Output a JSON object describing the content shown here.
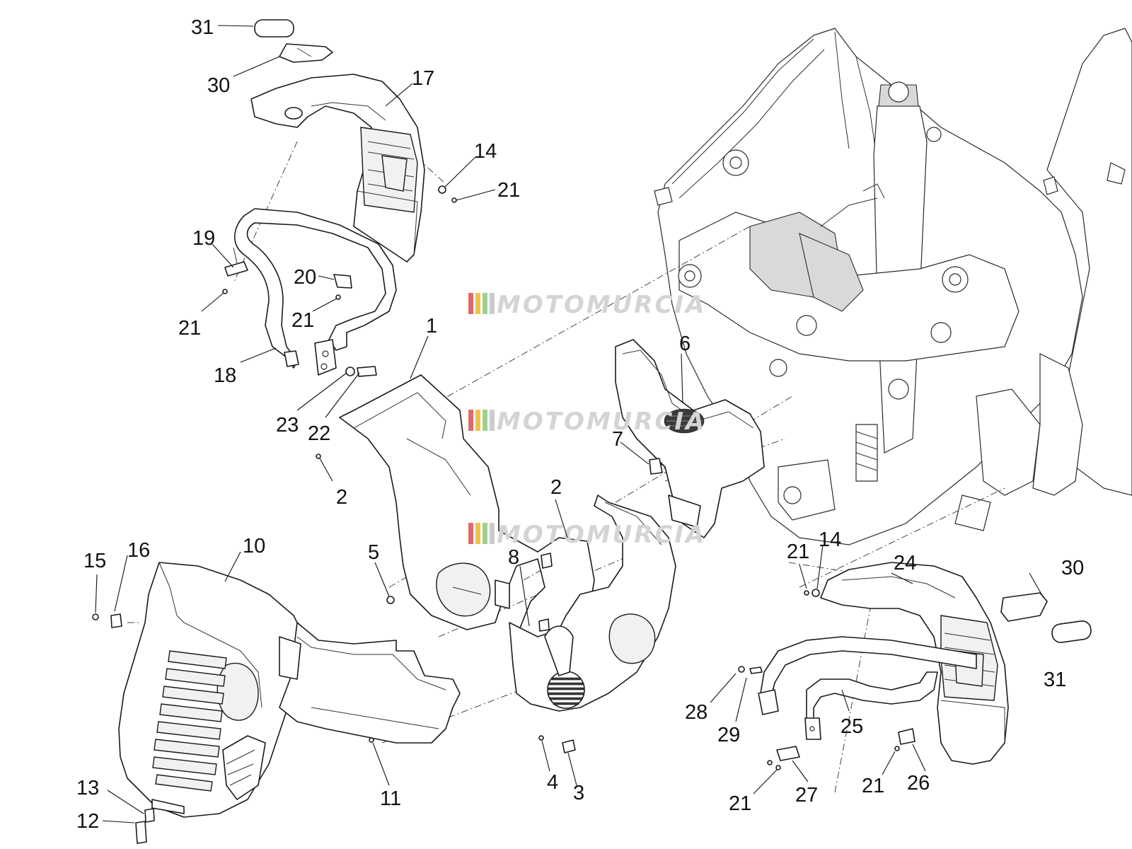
{
  "watermark": {
    "text": "MOTOMURCIA",
    "stripe_colors": [
      "#e06a6a",
      "#f0c24a",
      "#9ed18c",
      "#cccccc"
    ]
  },
  "callouts": [
    {
      "id": "c31a",
      "label": "31"
    },
    {
      "id": "c30a",
      "label": "30"
    },
    {
      "id": "c17",
      "label": "17"
    },
    {
      "id": "c14a",
      "label": "14"
    },
    {
      "id": "c21a",
      "label": "21"
    },
    {
      "id": "c19",
      "label": "19"
    },
    {
      "id": "c20",
      "label": "20"
    },
    {
      "id": "c21b",
      "label": "21"
    },
    {
      "id": "c21c",
      "label": "21"
    },
    {
      "id": "c18",
      "label": "18"
    },
    {
      "id": "c1",
      "label": "1"
    },
    {
      "id": "c6",
      "label": "6"
    },
    {
      "id": "c23",
      "label": "23"
    },
    {
      "id": "c22",
      "label": "22"
    },
    {
      "id": "c7",
      "label": "7"
    },
    {
      "id": "c2a",
      "label": "2"
    },
    {
      "id": "c2b",
      "label": "2"
    },
    {
      "id": "c10",
      "label": "10"
    },
    {
      "id": "c15",
      "label": "15"
    },
    {
      "id": "c16",
      "label": "16"
    },
    {
      "id": "c5",
      "label": "5"
    },
    {
      "id": "c8",
      "label": "8"
    },
    {
      "id": "c21d",
      "label": "21"
    },
    {
      "id": "c14b",
      "label": "14"
    },
    {
      "id": "c24",
      "label": "24"
    },
    {
      "id": "c30b",
      "label": "30"
    },
    {
      "id": "c31b",
      "label": "31"
    },
    {
      "id": "c28",
      "label": "28"
    },
    {
      "id": "c29",
      "label": "29"
    },
    {
      "id": "c25",
      "label": "25"
    },
    {
      "id": "c21e",
      "label": "21"
    },
    {
      "id": "c26",
      "label": "26"
    },
    {
      "id": "c27",
      "label": "27"
    },
    {
      "id": "c21f",
      "label": "21"
    },
    {
      "id": "c13",
      "label": "13"
    },
    {
      "id": "c12",
      "label": "12"
    },
    {
      "id": "c11",
      "label": "11"
    },
    {
      "id": "c4",
      "label": "4"
    },
    {
      "id": "c3",
      "label": "3"
    }
  ]
}
